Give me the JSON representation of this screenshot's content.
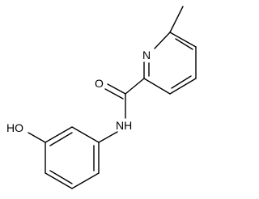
{
  "molecule": {
    "atom_labels": {
      "pyridine_nitrogen": "N",
      "carbonyl_oxygen": "O",
      "amide_nitrogen": "NH",
      "hydroxyl": "HO"
    }
  }
}
